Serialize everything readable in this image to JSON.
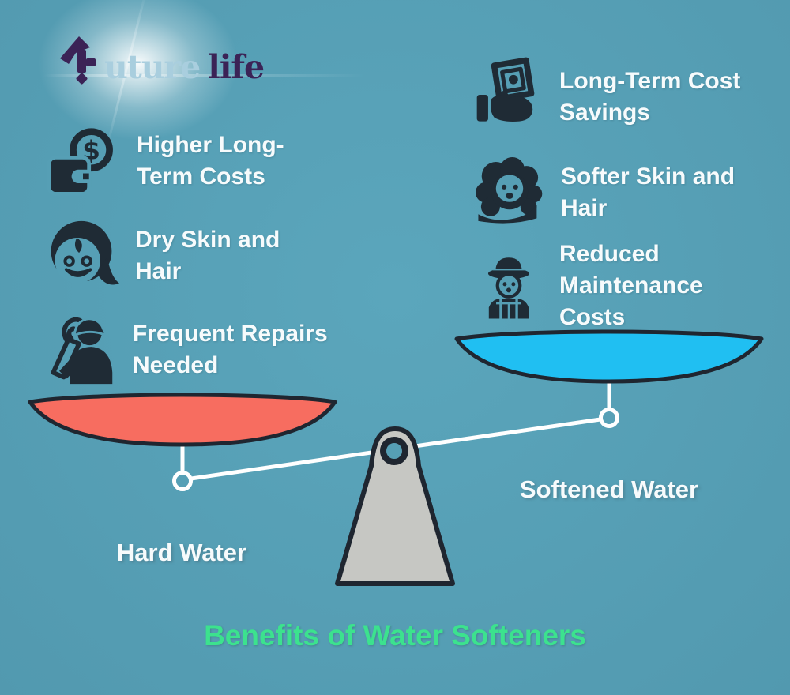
{
  "background_color": "#569fb5",
  "logo": {
    "icon": "future-life-logo-icon",
    "word_first": "uture",
    "word_second": "life",
    "icon_color": "#3b2356",
    "word_first_color": "#a9cede",
    "word_second_color": "#3b2356"
  },
  "left_column": {
    "items": [
      {
        "icon": "wallet-dollar-icon",
        "label": "Higher Long-Term Costs",
        "lines": [
          "Higher Long-",
          "Term Costs"
        ]
      },
      {
        "icon": "child-face-icon",
        "label": "Dry Skin and Hair",
        "lines": [
          "Dry Skin and",
          "Hair"
        ]
      },
      {
        "icon": "repairman-icon",
        "label": "Frequent Repairs Needed",
        "lines": [
          "Frequent Repairs",
          "Needed"
        ]
      }
    ]
  },
  "right_column": {
    "items": [
      {
        "icon": "money-hand-icon",
        "label": "Long-Term Cost Savings",
        "lines": [
          "Long-Term Cost",
          "Savings"
        ]
      },
      {
        "icon": "woman-hair-icon",
        "label": "Softer Skin and Hair",
        "lines": [
          "Softer Skin and",
          "Hair"
        ]
      },
      {
        "icon": "farmer-icon",
        "label": "Reduced Maintenance Costs",
        "lines": [
          "Reduced",
          "Maintenance",
          "Costs"
        ]
      }
    ]
  },
  "scale": {
    "left_pan_label": "Hard Water",
    "right_pan_label": "Softened Water",
    "left_pan_color": "#f76d60",
    "right_pan_color": "#20bff2",
    "fulcrum_color": "#c6c7c3",
    "beam_color": "#ffffff",
    "outline_color": "#1f2630",
    "tilt": "left pan lower than right pan"
  },
  "title": {
    "text": "Benefits of Water Softeners",
    "color": "#3ce28e"
  },
  "icon_color": "#1f2b35",
  "text_color": "#f7fbfc"
}
